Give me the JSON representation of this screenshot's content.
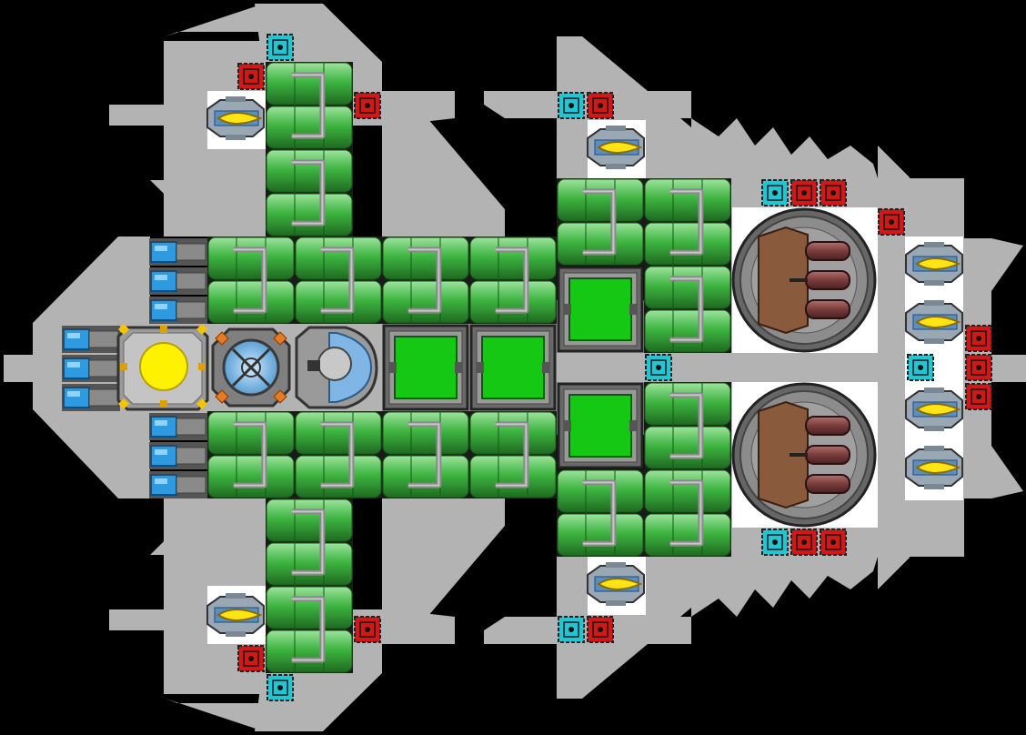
{
  "colors": {
    "background": "#000000",
    "hull": "#b3b3b3",
    "deck": "#ffffff",
    "armor_green": "#3fb541",
    "armor_green_light": "#7fd67f",
    "armor_green_dark": "#1d6b1f",
    "pipe_grey": "#8a8a8a",
    "cargo_green": "#14c814",
    "reactor_yellow": "#fff200",
    "cannon_brown": "#8a5a3c",
    "barrel_red": "#7a3b3b",
    "red_block": "#d01818",
    "cyan_block": "#1fc6d4",
    "thruster_blue": "#2e9be0",
    "engine_yellow": "#ffe414"
  },
  "blocks": {
    "hull": "hull-frame",
    "reactor": "reactor-core",
    "shield": "shield-generator",
    "bridge": "command-bridge",
    "cargo": "cargo-hold",
    "cannon": "heavy-cannon-turret",
    "thruster": "thruster",
    "engine": "side-engine",
    "armor": "armor-block",
    "power": "power-node",
    "sensor": "sensor-node"
  }
}
